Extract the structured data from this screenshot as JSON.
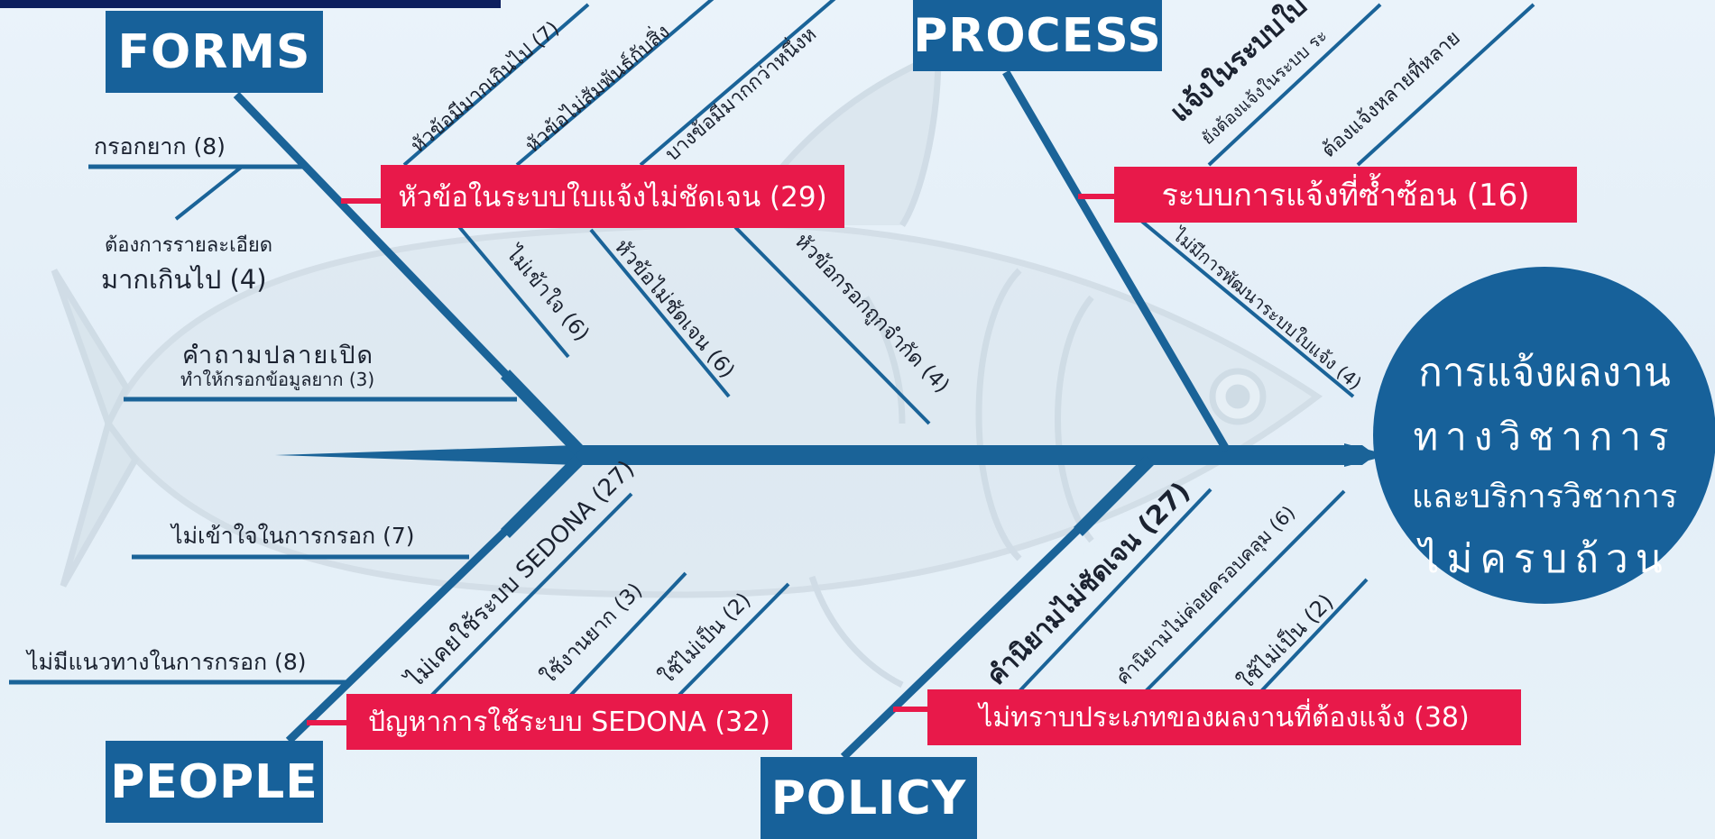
{
  "colors": {
    "spine": "#1a6398",
    "category_bg": "#17619a",
    "problem_bg": "#e8194a",
    "background": "#e6f0f8"
  },
  "effect": [
    "การแจ้งผลงาน",
    "ทางวิชาการ",
    "และบริการวิชาการ",
    "ไม่ครบถ้วน"
  ],
  "categories": {
    "forms": "FORMS",
    "process": "PROCESS",
    "people": "PEOPLE",
    "policy": "POLICY"
  },
  "problems": {
    "forms": "หัวข้อในระบบใบแจ้งไม่ชัดเจน (29)",
    "process": "ระบบการแจ้งที่ซ้ำซ้อน (16)",
    "people": "ปัญหาการใช้ระบบ SEDONA (32)",
    "policy": "ไม่ทราบประเภทของผลงานที่ต้องแจ้ง (38)"
  },
  "forms_causes": {
    "difficult": "กรอกยาก (8)",
    "too_detailed_line1": "ต้องการรายละเอียด",
    "too_detailed_line2": "มากเกินไป   (4)",
    "open_ended_line1": "คำถามปลายเปิด",
    "open_ended_line2": "ทำให้กรอกข้อมูลยาก (3)"
  },
  "forms_subcauses": {
    "too_many_topics": "หัวข้อมีมากเกินไป (7)",
    "unrelated_topics": "หัวข้อไม่สัมพันธ์กับสิ่ง",
    "multi_topics": "บางข้อมีมากกว่าหนึ่งห",
    "not_understand": "ไม่เข้าใจ (6)",
    "unclear_topic": "หัวข้อไม่ชัดเจน (6)",
    "limited_input": "หัวข้อกรอกถูกจำกัด (4)"
  },
  "process_subcauses": {
    "notify_in_system": "แจ้งในระบบใบ",
    "still_need_notify": "ยังต้องแจ้งในระบบ ระ",
    "multi_places": "ต้องแจ้งหลายที่หลาย",
    "no_development": "ไม่มีการพัฒนาระบบใบแจ้ง (4)"
  },
  "people_causes": {
    "not_understand_filling": "ไม่เข้าใจในการกรอก (7)",
    "no_guideline": "ไม่มีแนวทางในการกรอก (8)"
  },
  "people_subcauses": {
    "never_used": "ไม่เคยใช้ระบบ SEDONA (27)",
    "hard_to_use": "ใช้งานยาก (3)",
    "cannot_use": "ใช้ไม่เป็น (2)"
  },
  "policy_subcauses": {
    "unclear_definition": "คำนิยามไม่ชัดเจน (27)",
    "definition_not_cover": "คำนิยามไม่ค่อยครอบคลุม (6)",
    "cannot_use": "ใช้ไม่เป็น (2)"
  }
}
